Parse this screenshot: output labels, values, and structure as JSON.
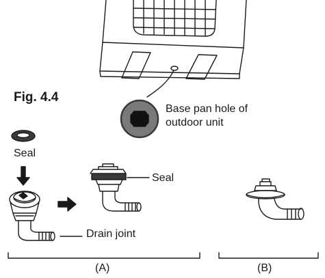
{
  "figure": {
    "label": "Fig. 4.4",
    "base_pan_label_line1": "Base pan hole of",
    "base_pan_label_line2": "outdoor unit",
    "seal_label_left": "Seal",
    "seal_label_right": "Seal",
    "drain_joint_label": "Drain joint",
    "bracket_a_label": "(A)",
    "bracket_b_label": "(B)"
  },
  "colors": {
    "line": "#1a1a1a",
    "hole_fill": "#7a7a7a",
    "hole_center": "#111111",
    "background": "#ffffff"
  }
}
